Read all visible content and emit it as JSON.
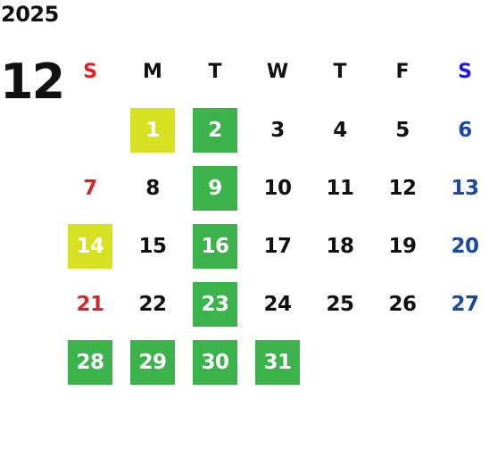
{
  "calendar": {
    "year": "2025",
    "month": "12",
    "weekdays": [
      {
        "label": "S",
        "color": "#e02020"
      },
      {
        "label": "M",
        "color": "#111111"
      },
      {
        "label": "T",
        "color": "#111111"
      },
      {
        "label": "W",
        "color": "#111111"
      },
      {
        "label": "T",
        "color": "#111111"
      },
      {
        "label": "F",
        "color": "#111111"
      },
      {
        "label": "S",
        "color": "#1a1ae6"
      }
    ],
    "weeks": [
      [
        null,
        {
          "day": "1",
          "highlight": "lime"
        },
        {
          "day": "2",
          "highlight": "green"
        },
        {
          "day": "3"
        },
        {
          "day": "4"
        },
        {
          "day": "5"
        },
        {
          "day": "6"
        }
      ],
      [
        {
          "day": "7"
        },
        {
          "day": "8"
        },
        {
          "day": "9",
          "highlight": "green"
        },
        {
          "day": "10"
        },
        {
          "day": "11"
        },
        {
          "day": "12"
        },
        {
          "day": "13"
        }
      ],
      [
        {
          "day": "14",
          "highlight": "lime"
        },
        {
          "day": "15"
        },
        {
          "day": "16",
          "highlight": "green"
        },
        {
          "day": "17"
        },
        {
          "day": "18"
        },
        {
          "day": "19"
        },
        {
          "day": "20"
        }
      ],
      [
        {
          "day": "21"
        },
        {
          "day": "22"
        },
        {
          "day": "23",
          "highlight": "green"
        },
        {
          "day": "24"
        },
        {
          "day": "25"
        },
        {
          "day": "26"
        },
        {
          "day": "27"
        }
      ],
      [
        {
          "day": "28",
          "highlight": "green"
        },
        {
          "day": "29",
          "highlight": "green"
        },
        {
          "day": "30",
          "highlight": "green"
        },
        {
          "day": "31",
          "highlight": "green"
        },
        null,
        null,
        null
      ]
    ],
    "colors": {
      "green": "#3bb34a",
      "lime": "#d7e021",
      "sunday_text": "#d32727",
      "saturday_text": "#1b4a9c"
    }
  }
}
